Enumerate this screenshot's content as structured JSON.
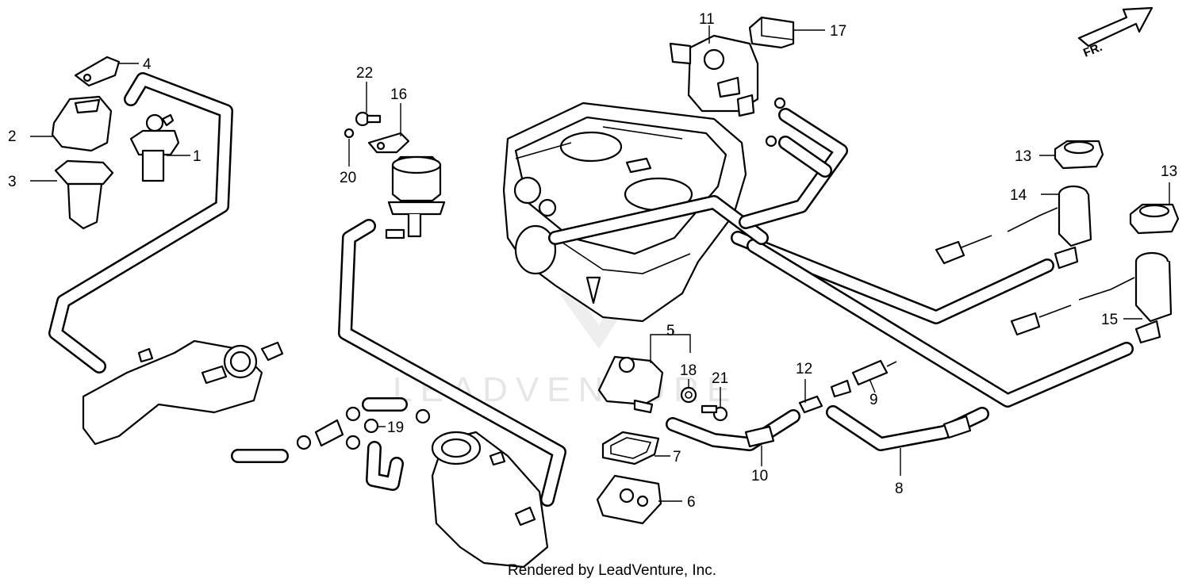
{
  "direction_arrow": {
    "label": "FR.",
    "icon": "front-direction-arrow-icon"
  },
  "callouts": [
    {
      "id": "1",
      "text": "1"
    },
    {
      "id": "2",
      "text": "2"
    },
    {
      "id": "3",
      "text": "3"
    },
    {
      "id": "4",
      "text": "4"
    },
    {
      "id": "5",
      "text": "5"
    },
    {
      "id": "6",
      "text": "6"
    },
    {
      "id": "7",
      "text": "7"
    },
    {
      "id": "8",
      "text": "8"
    },
    {
      "id": "9",
      "text": "9"
    },
    {
      "id": "10",
      "text": "10"
    },
    {
      "id": "11",
      "text": "11"
    },
    {
      "id": "12",
      "text": "12"
    },
    {
      "id": "13a",
      "text": "13"
    },
    {
      "id": "13b",
      "text": "13"
    },
    {
      "id": "14",
      "text": "14"
    },
    {
      "id": "15",
      "text": "15"
    },
    {
      "id": "16",
      "text": "16"
    },
    {
      "id": "17",
      "text": "17"
    },
    {
      "id": "18",
      "text": "18"
    },
    {
      "id": "19",
      "text": "19"
    },
    {
      "id": "20",
      "text": "20"
    },
    {
      "id": "21",
      "text": "21"
    },
    {
      "id": "22",
      "text": "22"
    }
  ],
  "watermark": "LEADVENTURE",
  "credit": "Rendered by LeadVenture, Inc."
}
